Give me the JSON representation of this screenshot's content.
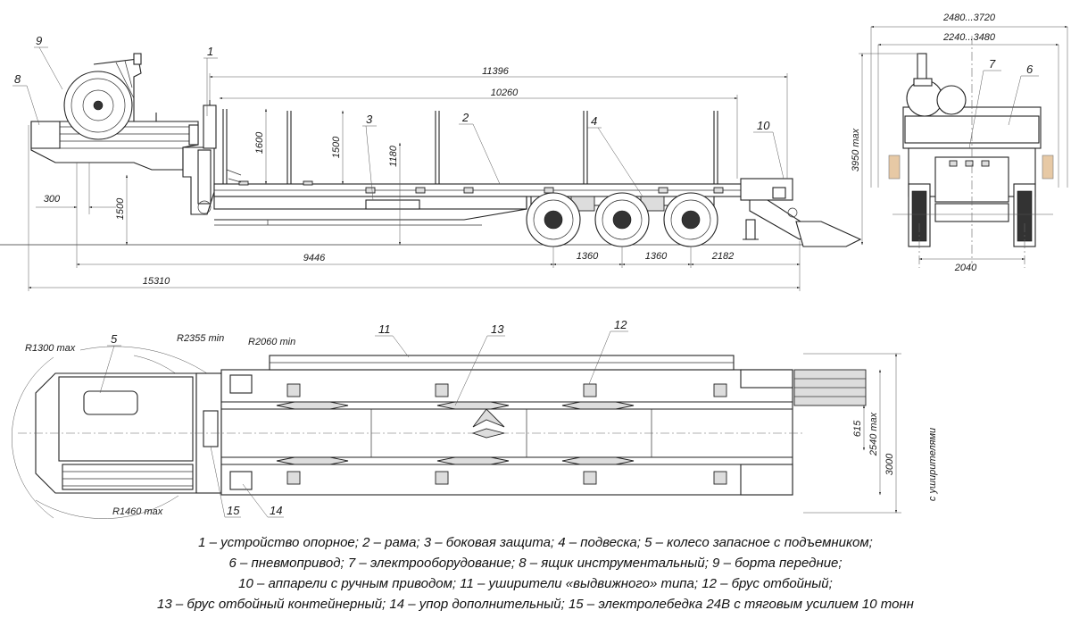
{
  "side_view": {
    "dimensions": {
      "overall_length_frame": "11396",
      "deck_length": "10260",
      "stake_1600": "1600",
      "stake_1500": "1500",
      "deck_height": "1180",
      "gooseneck_offset": "300",
      "gooseneck_height": "1500",
      "kingpin_to_axle": "9446",
      "axle_spacing_1": "1360",
      "axle_spacing_2": "1360",
      "rear_overhang": "2182",
      "overall_length": "15310"
    },
    "callouts": {
      "c1": "1",
      "c2": "2",
      "c3": "3",
      "c4": "4",
      "c8": "8",
      "c9": "9",
      "c10": "10"
    }
  },
  "rear_view": {
    "dimensions": {
      "width_extended": "2480...3720",
      "width_inner": "2240...3480",
      "height_max": "3950 max",
      "track": "2040"
    },
    "callouts": {
      "c6": "6",
      "c7": "7"
    }
  },
  "top_view": {
    "dimensions": {
      "r1300": "R1300 max",
      "r2355": "R2355 min",
      "r2060": "R2060 min",
      "r1460": "R1460 max",
      "half_width": "615",
      "width_max": "2540 max",
      "width_extended": "3000",
      "width_extended_note": "с уширителями"
    },
    "callouts": {
      "c5": "5",
      "c11": "11",
      "c12": "12",
      "c13": "13",
      "c14": "14",
      "c15": "15"
    }
  },
  "legend": [
    "1 – устройство опорное; 2 – рама; 3 – боковая защита; 4 – подвеска; 5 – колесо запасное с подъемником;",
    "6 – пневмопривод; 7 – электрооборудование; 8 – ящик инструментальный; 9 – борта передние;",
    "10 – аппарели с ручным приводом; 11 – уширители «выдвижного» типа; 12 – брус отбойный;",
    "13 – брус отбойный контейнерный; 14 – упор дополнительный; 15 – электролебедка 24В с тяговым усилием 10 тонн"
  ]
}
